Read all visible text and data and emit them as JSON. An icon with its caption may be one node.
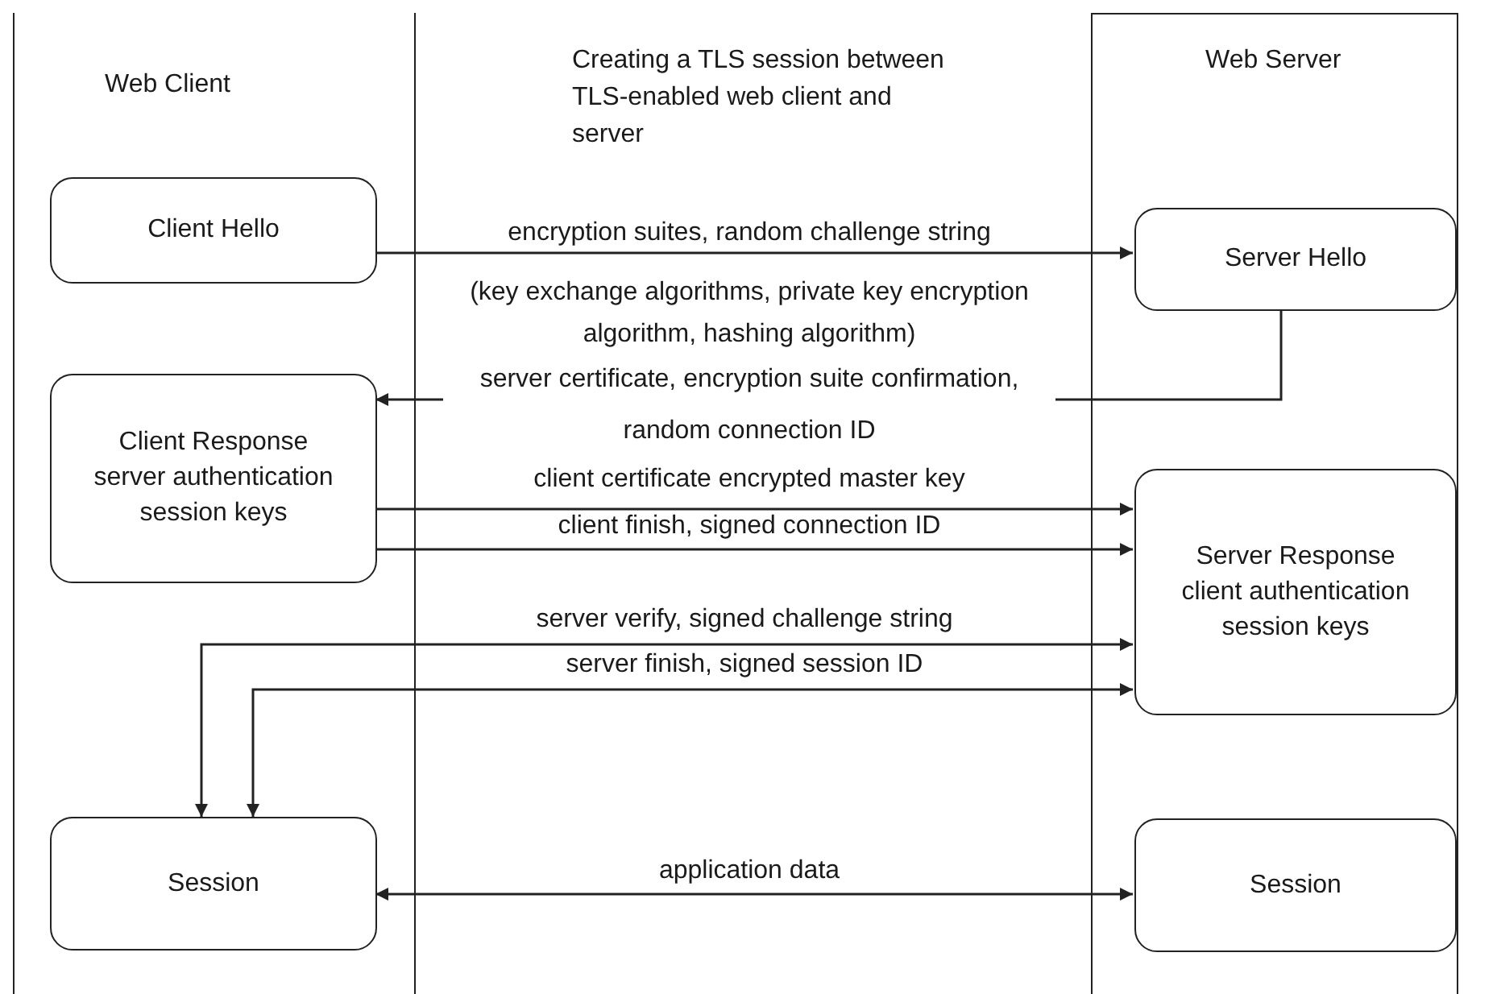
{
  "diagram": {
    "title": "Creating a TLS session between TLS-enabled web client and server",
    "nodes": [
      {
        "text": [
          "Web Client"
        ]
      },
      {
        "text": [
          "Web Server"
        ]
      },
      {
        "text": [
          "Client Hello"
        ],
        "in": 0
      },
      {
        "text": [
          "Server Hello"
        ],
        "in": 1
      },
      {
        "text": [
          "Client Response",
          "server authentication session keys"
        ],
        "in": 0
      },
      {
        "text": [
          "Server Response",
          "client authentication session keys"
        ],
        "in": 1
      },
      {
        "text": [
          "Session"
        ],
        "in": 0
      },
      {
        "text": [
          "Session"
        ],
        "in": 1
      }
    ],
    "edges": [
      {
        "from": 2,
        "to": 3,
        "arrow": "to",
        "label": "encryption suites, random challenge string"
      },
      {
        "from": 3,
        "to": 4,
        "arrow": "to",
        "label": "server certificate, encryption suite confirmation, random connection ID"
      },
      {
        "from": 4,
        "to": 5,
        "arrow": "to",
        "label": "client certificate encrypted master key"
      },
      {
        "from": 4,
        "to": 5,
        "arrow": "to",
        "label": "client finish, signed connection ID"
      },
      {
        "from": 6,
        "to": 5,
        "arrow": "both",
        "label": "server verify, signed challenge string"
      },
      {
        "from": 6,
        "to": 5,
        "arrow": "both",
        "label": "server finish, signed session ID"
      },
      {
        "from": 6,
        "to": 7,
        "arrow": "both",
        "label": "application data"
      }
    ],
    "labels": [
      "(key exchange algorithms, private key encryption algorithm, hashing algorithm)"
    ]
  }
}
